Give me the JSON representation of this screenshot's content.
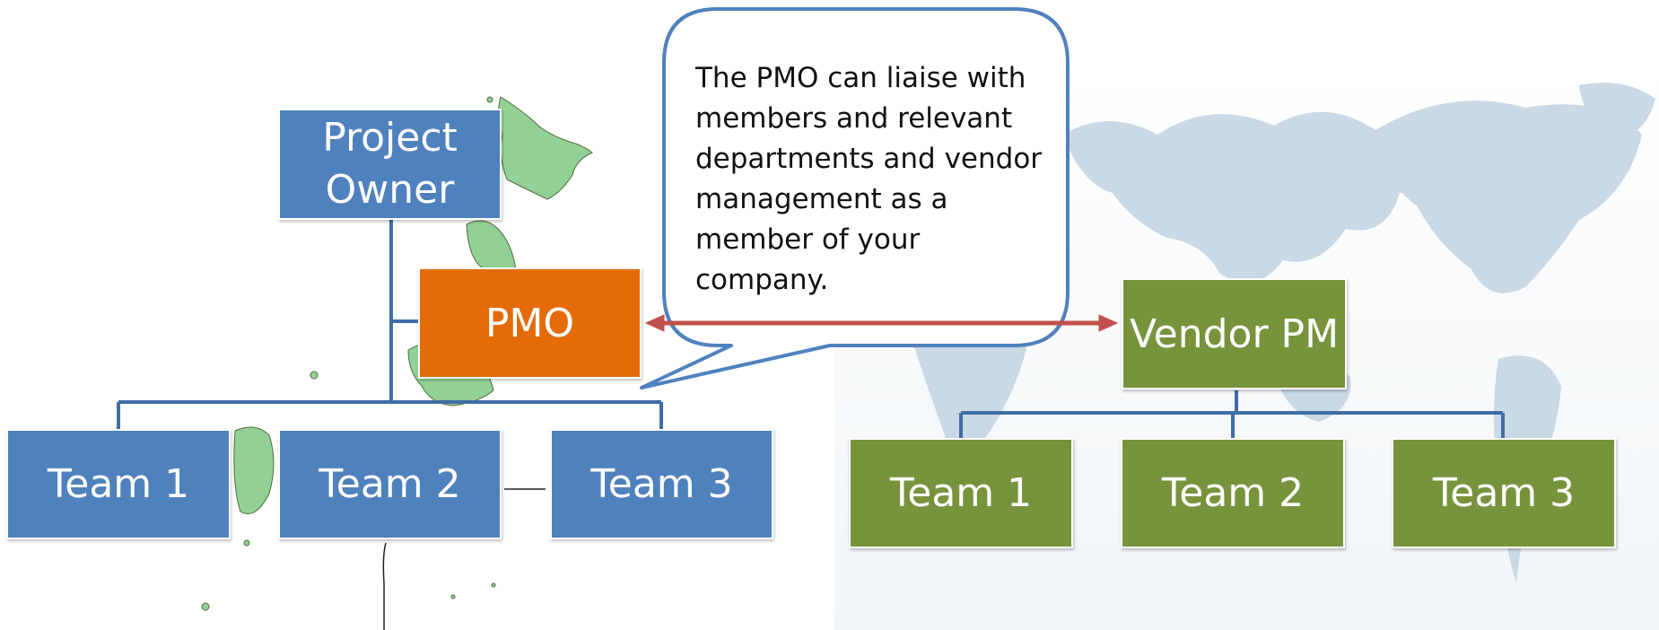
{
  "colors": {
    "owner_blue": "#4f81bd",
    "pmo_orange": "#e36c09",
    "vendor_green": "#77933c",
    "connector_blue": "#3f6ea6",
    "arrow_red": "#c0504d",
    "japan_map_green": "#92d095",
    "world_map_blue": "#c7d7e4"
  },
  "left_org": {
    "project_owner": "Project Owner",
    "pmo": "PMO",
    "teams": [
      "Team 1",
      "Team 2",
      "Team 3"
    ]
  },
  "right_org": {
    "vendor_pm": "Vendor PM",
    "teams": [
      "Team 1",
      "Team 2",
      "Team 3"
    ]
  },
  "callout": {
    "text": "The PMO can liaise with members and relevant departments and vendor management as a member of your company."
  }
}
